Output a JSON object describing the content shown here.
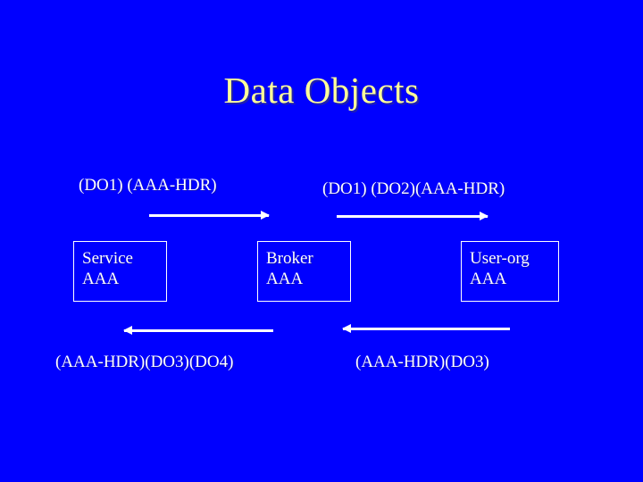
{
  "slide": {
    "title": "Data Objects",
    "background_color": "#0000ff",
    "title_color": "#ffff99",
    "text_color": "#ffffff"
  },
  "nodes": [
    {
      "name": "service",
      "line1": "Service",
      "line2": "AAA"
    },
    {
      "name": "broker",
      "line1": "Broker",
      "line2": "AAA"
    },
    {
      "name": "user-org",
      "line1": "User-org",
      "line2": "AAA"
    }
  ],
  "messages": {
    "top_left": "(DO1) (AAA-HDR)",
    "top_right": "(DO1) (DO2)(AAA-HDR)",
    "bottom_left": "(AAA-HDR)(DO3)(DO4)",
    "bottom_right": "(AAA-HDR)(DO3)"
  },
  "arrows": [
    {
      "name": "service-to-broker",
      "direction": "right"
    },
    {
      "name": "broker-to-user-org",
      "direction": "right"
    },
    {
      "name": "broker-to-service",
      "direction": "left"
    },
    {
      "name": "user-org-to-broker",
      "direction": "left"
    }
  ]
}
